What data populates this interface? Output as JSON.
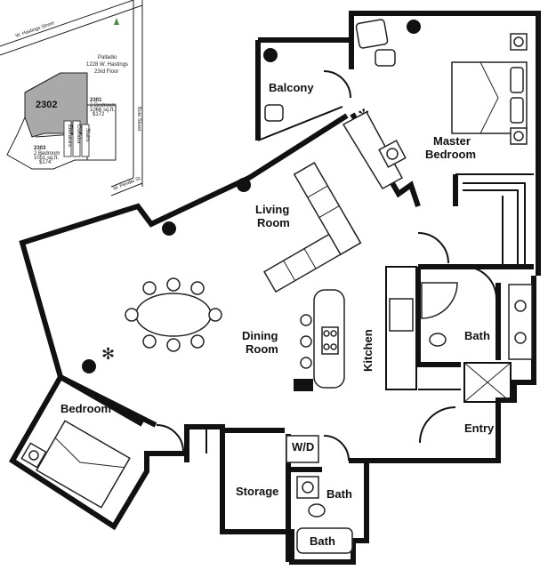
{
  "rooms": {
    "balcony": "Balcony",
    "master_1": "Master",
    "master_2": "Bedroom",
    "living_1": "Living",
    "living_2": "Room",
    "dining_1": "Dining",
    "dining_2": "Room",
    "kitchen": "Kitchen",
    "bath_master": "Bath",
    "entry": "Entry",
    "bedroom": "Bedroom",
    "storage": "Storage",
    "bath_second": "Bath",
    "tub_label": "Bath",
    "wd": "W/D"
  },
  "keyplan": {
    "street_top": "W. Hastings Street",
    "street_right": "Bute Street",
    "street_bottom": "W. Pender St.",
    "building_1": "Palladio",
    "building_2": "1228 W. Hastings",
    "building_3": "23rd Floor",
    "unit_main": "2302",
    "unit_2301": "2301",
    "unit_2301_d1": "2 Bedroom",
    "unit_2301_d2": "1066 sq.ft.",
    "unit_2301_d3": "$172",
    "unit_2303": "2303",
    "unit_2303_d1": "2 Bedroom",
    "unit_2303_d2": "1051 sq.ft.",
    "unit_2303_d3": "$174",
    "core_1": "Elevators",
    "core_2": "Corridor",
    "core_3": "Stairs"
  }
}
